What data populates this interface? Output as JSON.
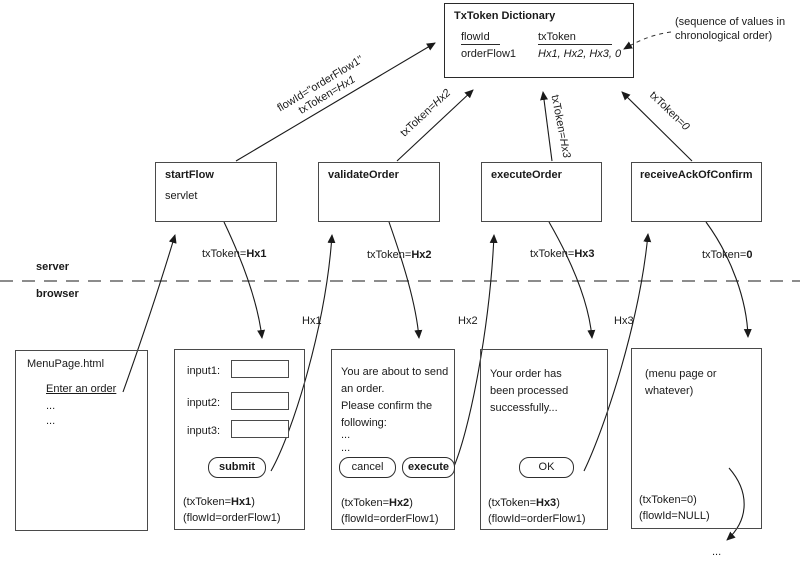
{
  "dictionary": {
    "title": "TxToken Dictionary",
    "col1_header": "flowId",
    "col2_header": "txToken",
    "row_flow_id": "orderFlow1",
    "row_tx_tokens": "Hx1, Hx2, Hx3, 0"
  },
  "note": {
    "line1": "(sequence of values in",
    "line2": "chronological order)"
  },
  "tiers": {
    "server": "server",
    "browser": "browser"
  },
  "server_boxes": {
    "start_flow": {
      "title": "startFlow",
      "subtitle": "servlet"
    },
    "validate_order": {
      "title": "validateOrder"
    },
    "execute_order": {
      "title": "executeOrder"
    },
    "receive_ack": {
      "title": "receiveAckOfConfirm"
    }
  },
  "request_labels": {
    "start": {
      "line1": "flowId=\"orderFlow1\"",
      "prefix": "txToken=",
      "value": "Hx1"
    },
    "validate": {
      "prefix": "txToken=",
      "value": "Hx2"
    },
    "execute": {
      "prefix": "txToken=",
      "value": "Hx3"
    },
    "receive": {
      "prefix": "txToken=",
      "value": "0"
    }
  },
  "response_labels": {
    "r1": {
      "prefix": "txToken=",
      "value": "Hx1"
    },
    "r2": {
      "prefix": "txToken=",
      "value": "Hx2"
    },
    "r3": {
      "prefix": "txToken=",
      "value": "Hx3"
    },
    "r4": {
      "prefix": "txToken=",
      "value": "0"
    }
  },
  "token_passbacks": {
    "t1": "Hx1",
    "t2": "Hx2",
    "t3": "Hx3"
  },
  "pages": {
    "menu": {
      "title": "MenuPage.html",
      "link": "Enter an order",
      "dots1": "...",
      "dots2": "..."
    },
    "form": {
      "field1_label": "input1:",
      "field2_label": "input2:",
      "field3_label": "input3:",
      "submit": "submit",
      "token_line": {
        "prefix": "(txToken=",
        "value": "Hx1",
        "suffix": ")"
      },
      "flow_line": "(flowId=orderFlow1)"
    },
    "confirm": {
      "line1": "You are about to send",
      "line2": "an order.",
      "line3": "Please confirm the",
      "line4": "following:",
      "dots1": "...",
      "dots2": "...",
      "cancel": "cancel",
      "execute": "execute",
      "token_line": {
        "prefix": "(txToken=",
        "value": "Hx2",
        "suffix": ")"
      },
      "flow_line": "(flowId=orderFlow1)"
    },
    "success": {
      "line1": "Your order has",
      "line2": "been processed",
      "line3": "successfully...",
      "ok": "OK",
      "token_line": {
        "prefix": "(txToken=",
        "value": "Hx3",
        "suffix": ")"
      },
      "flow_line": "(flowId=orderFlow1)"
    },
    "end": {
      "line1": "(menu page or",
      "line2": "whatever)",
      "token_line": "(txToken=0)",
      "flow_line": "(flowId=NULL)"
    }
  },
  "ellipsis": "...",
  "colors": {
    "line": "#1a1a1a",
    "divider": "#8c8c8c",
    "border": "#4a4a4a"
  }
}
